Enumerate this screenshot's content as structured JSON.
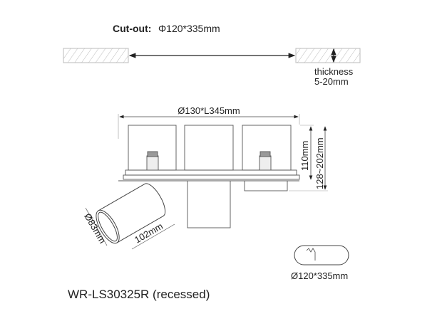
{
  "cutout": {
    "label": "Cut-out:",
    "value": "Φ120*335mm"
  },
  "thickness": {
    "label": "thickness",
    "value": "5-20mm"
  },
  "dimensions": {
    "overall": "Ø130*L345mm",
    "height_body": "110mm",
    "height_range": "128~202mm",
    "spot_diameter": "Ø83mm",
    "spot_length": "102mm",
    "slot": "Ø120*335mm"
  },
  "model": "WR-LS30325R (recessed)"
}
